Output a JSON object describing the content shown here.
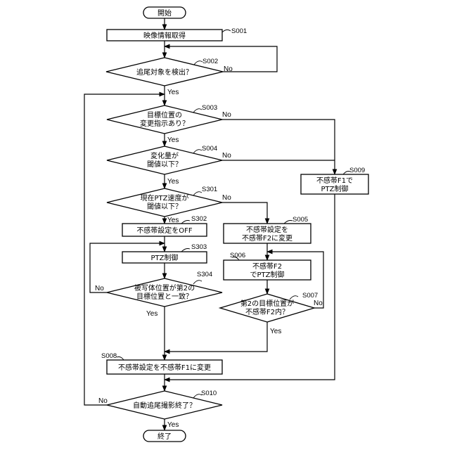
{
  "nodes": {
    "start": "開始",
    "s001": "映像情報取得",
    "s002": "追尾対象を検出？",
    "s003": [
      "目標位置の",
      "変更指示あり？"
    ],
    "s004": [
      "変化量が",
      "閾値以下？"
    ],
    "s009": [
      "不感帯F1で",
      "PTZ制御"
    ],
    "s301": [
      "現在PTZ速度が",
      "閾値以下？"
    ],
    "s302": "不感帯設定をOFF",
    "s005": [
      "不感帯設定を",
      "不感帯F2に変更"
    ],
    "s303": "PTZ制御",
    "s006": [
      "不感帯F2",
      "でPTZ制御"
    ],
    "s304": [
      "被写体位置が第2の",
      "目標位置と一致？"
    ],
    "s007": [
      "第2の目標位置が",
      "不感帯F2内？"
    ],
    "s008": "不感帯設定を不感帯F1に変更",
    "s010": "自動追尾撮影終了？",
    "end": "終了"
  },
  "step_labels": {
    "s001": "S001",
    "s002": "S002",
    "s003": "S003",
    "s004": "S004",
    "s009": "S009",
    "s301": "S301",
    "s302": "S302",
    "s005": "S005",
    "s303": "S303",
    "s006": "S006",
    "s304": "S304",
    "s007": "S007",
    "s008": "S008",
    "s010": "S010"
  },
  "branches": {
    "yes": "Yes",
    "no": "No"
  }
}
